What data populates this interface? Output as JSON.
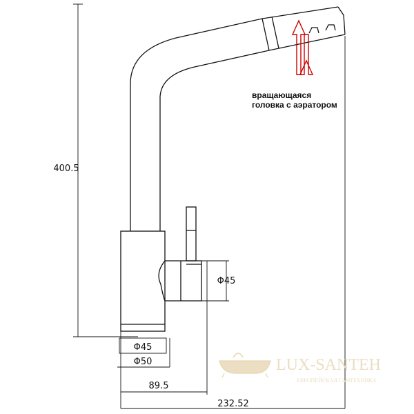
{
  "dimensions": {
    "height": "400.5",
    "spout_reach": "232.52",
    "handle_offset": "89.5",
    "base_diameter": "Φ50",
    "body_diameter": "Φ45",
    "handle_diameter": "Φ45"
  },
  "annotation": {
    "line1": "вращающаяся",
    "line2": "головка с аэратором"
  },
  "watermark": {
    "brand": "LUX-SANTEH",
    "tagline": "ЕВРОПЕЙСКАЯ САНТЕХНИКА"
  },
  "colors": {
    "line": "#111111",
    "arrow": "#cc0000",
    "watermark": "#e8d9b8"
  }
}
